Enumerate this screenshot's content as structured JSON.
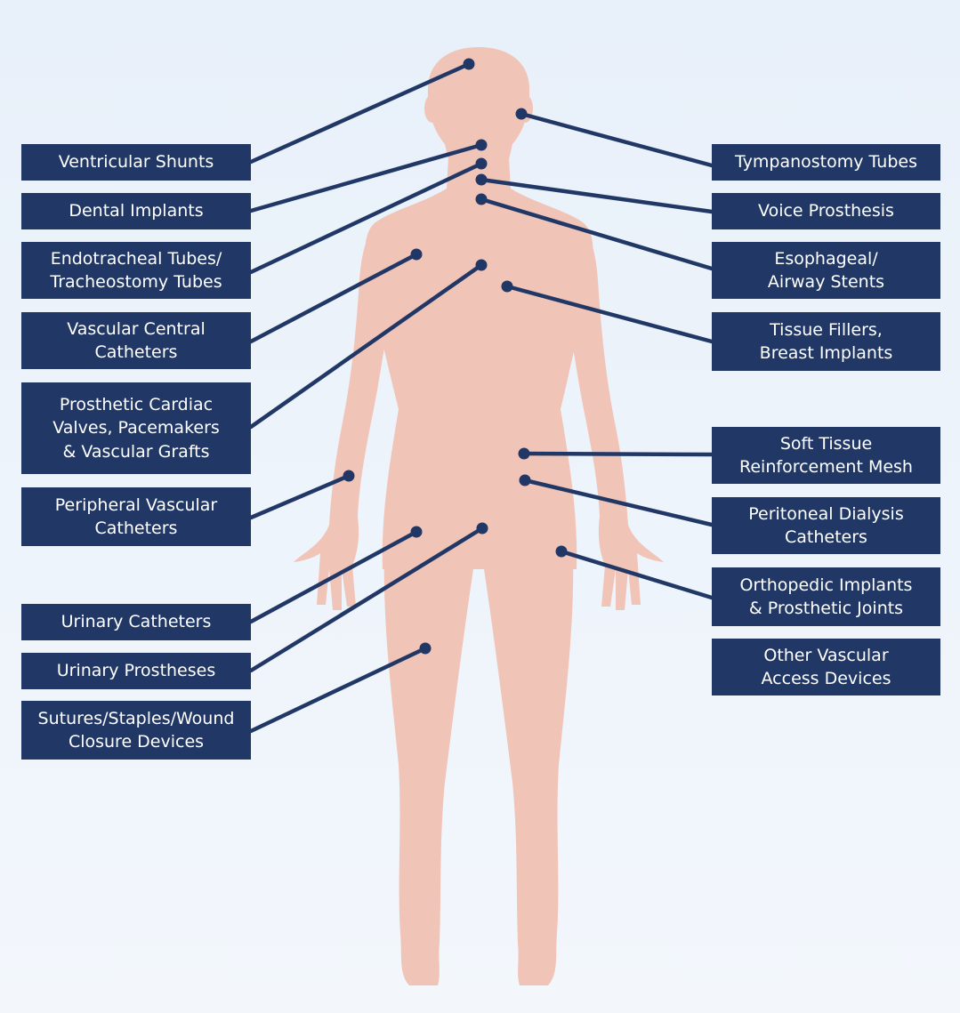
{
  "colors": {
    "label_bg": "#213866",
    "label_text": "#ffffff",
    "body": "#f1c4b8",
    "background": "#e8f0f9"
  },
  "labels": {
    "ventricular_shunts": "Ventricular Shunts",
    "dental_implants": "Dental Implants",
    "endotracheal_tubes": "Endotracheal Tubes/\nTracheostomy Tubes",
    "vascular_central_catheters": "Vascular Central\nCatheters",
    "prosthetic_cardiac_valves": "Prosthetic Cardiac\nValves, Pacemakers\n& Vascular Grafts",
    "peripheral_vascular_catheters": "Peripheral Vascular\nCatheters",
    "urinary_catheters": "Urinary Catheters",
    "urinary_prostheses": "Urinary Prostheses",
    "sutures_staples": "Sutures/Staples/Wound\nClosure Devices",
    "tympanostomy_tubes": "Tympanostomy Tubes",
    "voice_prosthesis": "Voice Prosthesis",
    "esophageal_airway_stents": "Esophageal/\nAirway Stents",
    "tissue_fillers": "Tissue Fillers,\nBreast Implants",
    "soft_tissue_mesh": "Soft Tissue\nReinforcement Mesh",
    "peritoneal_dialysis": "Peritoneal Dialysis\nCatheters",
    "orthopedic_implants": "Orthopedic Implants\n& Prosthetic Joints",
    "other_vascular_access": "Other Vascular\nAccess Devices"
  }
}
